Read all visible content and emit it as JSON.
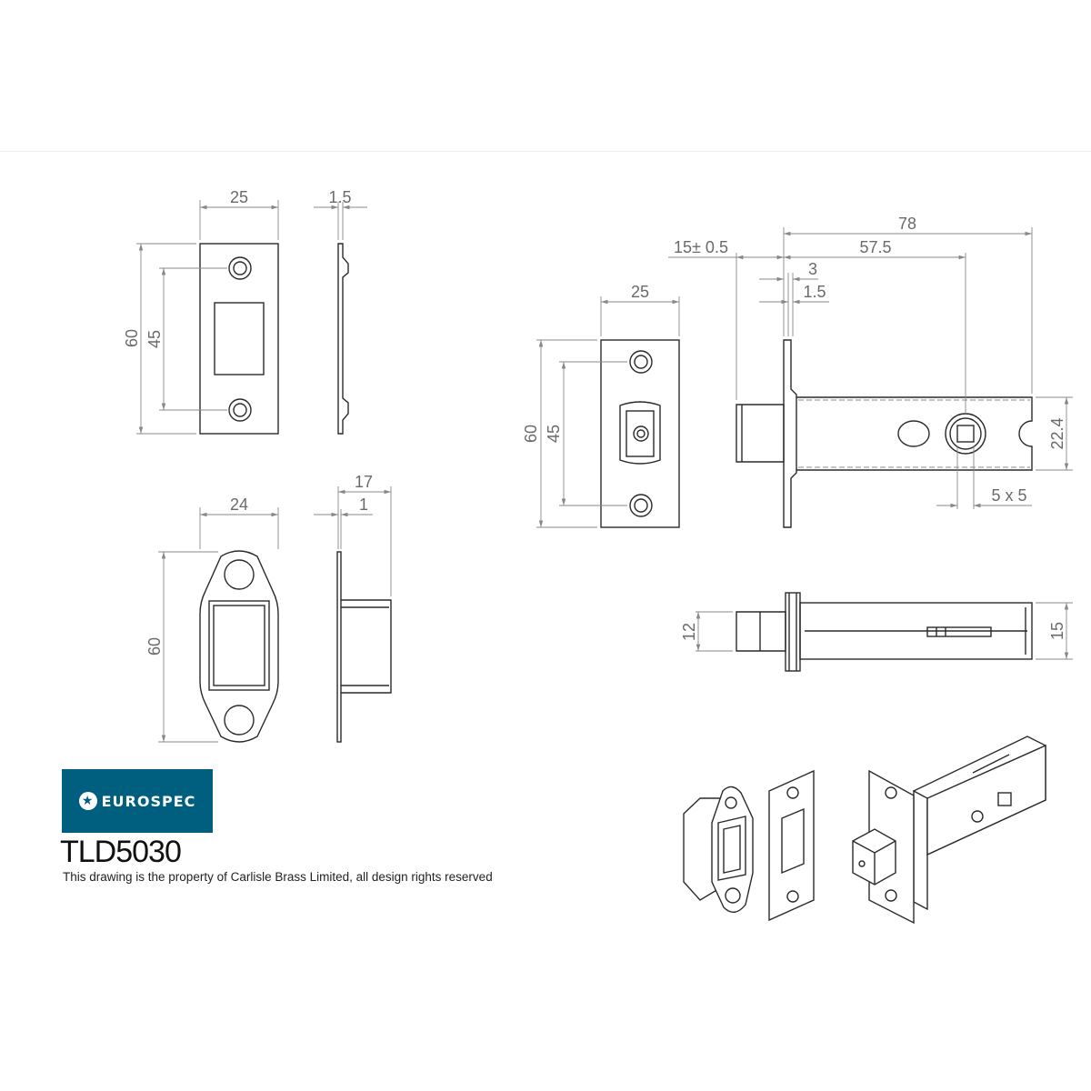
{
  "title": {
    "product_code": "TLD5030",
    "copyright_note": "This drawing is the property of Carlisle Brass Limited, all design rights reserved",
    "brand": "EUROSPEC"
  },
  "colors": {
    "brand": "#005f7f",
    "line": "#2a2a2a",
    "dimension": "#888888"
  },
  "strike_plate": {
    "width": "25",
    "thickness": "1.5",
    "height": "60",
    "hole_pitch": "45"
  },
  "keep": {
    "width": "24",
    "depth": "17",
    "flange": "1",
    "height": "60"
  },
  "latch_faceplate": {
    "width": "25",
    "height": "60",
    "hole_pitch": "45"
  },
  "latch_side": {
    "overall": "78",
    "backset": "57.5",
    "bolt_projection": "15± 0.5",
    "faceplate_offset": "3",
    "faceplate_thickness": "1.5",
    "case_height": "22.4",
    "spindle": "5 x 5"
  },
  "latch_top": {
    "bolt_thickness": "12",
    "case_thickness": "15"
  }
}
